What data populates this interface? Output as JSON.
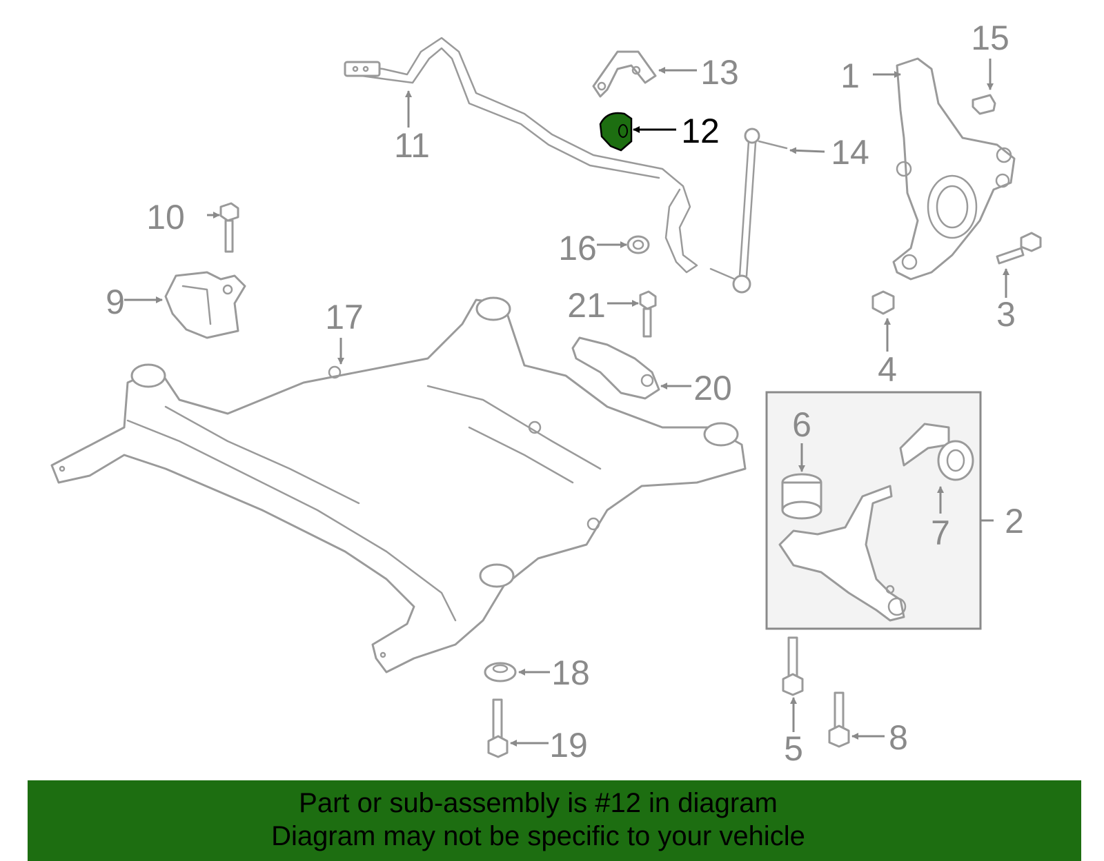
{
  "diagram": {
    "highlight_color": "#1d6e11",
    "highlighted_part": "12",
    "callouts": [
      "1",
      "2",
      "3",
      "4",
      "5",
      "6",
      "7",
      "8",
      "9",
      "10",
      "11",
      "12",
      "13",
      "14",
      "15",
      "16",
      "17",
      "18",
      "19",
      "20",
      "21"
    ]
  },
  "banner": {
    "line1": "Part or sub-assembly is #12 in diagram",
    "line2": "Diagram may not be specific to your vehicle",
    "background": "#1d6e11"
  }
}
